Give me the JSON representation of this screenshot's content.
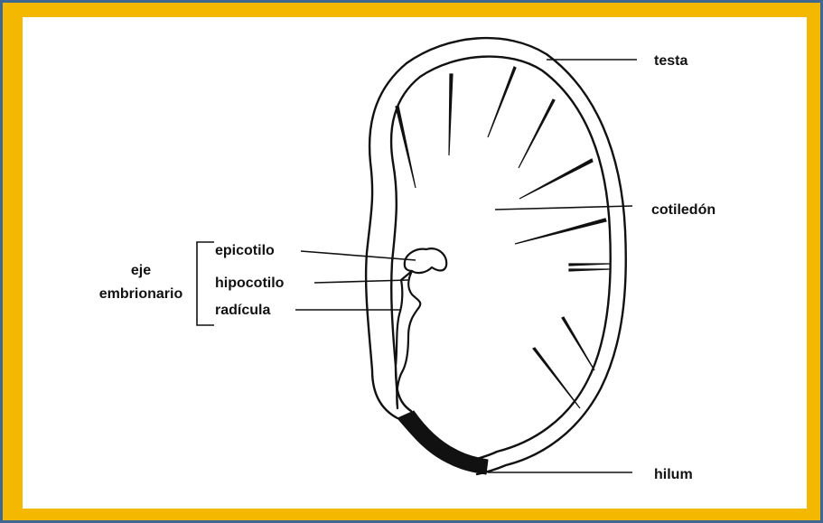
{
  "labels": {
    "testa": "testa",
    "cotiledon": "cotiledón",
    "hilum": "hilum",
    "epicotilo": "epicotilo",
    "hipocotilo": "hipocotilo",
    "radicula": "radícula",
    "eje_line1": "eje",
    "eje_line2": "embrionario"
  },
  "colors": {
    "frame_border": "#3f6792",
    "frame_fill": "#f5b800",
    "canvas": "#ffffff",
    "ink": "#111111"
  }
}
